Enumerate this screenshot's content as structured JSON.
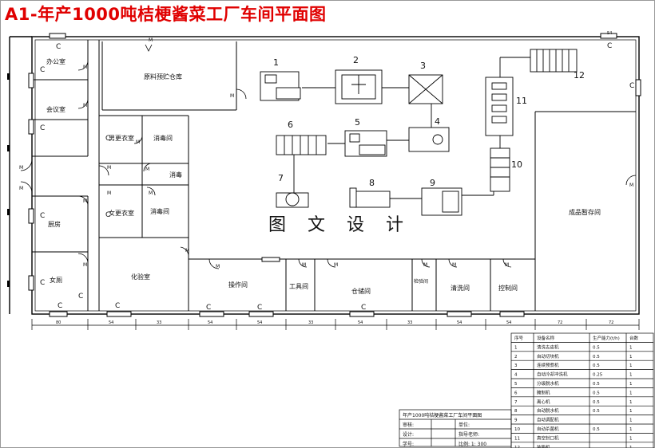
{
  "title": "A1-年产1000吨桔梗酱菜工厂车间平面图",
  "watermark": "图 文 设 计",
  "rooms": {
    "office": "办公室",
    "meeting": "会议室",
    "raw_storage": "原料预贮仓库",
    "male_locker": "男更衣室",
    "disinfect_1": "消毒间",
    "disinfect_2": "消毒",
    "female_locker": "女更衣室",
    "disinfect_3": "消毒间",
    "kitchen": "厨房",
    "female_wc": "女厕",
    "lab": "化验室",
    "operation": "操作间",
    "tools": "工具间",
    "storage": "仓储间",
    "inspection": "检验间",
    "cleaning": "清洗间",
    "control": "控制间",
    "product_storage": "成品暂存间"
  },
  "equipment_numbers": [
    "1",
    "2",
    "3",
    "4",
    "5",
    "6",
    "7",
    "8",
    "9",
    "10",
    "11",
    "12"
  ],
  "marks": {
    "column": "C",
    "door": "M"
  },
  "dims": {
    "d80": "80",
    "d54": "54",
    "d33": "33",
    "d72": "72"
  },
  "equipment_table": {
    "headers": [
      "序号",
      "设备名称",
      "生产能力(t/h)",
      "台数"
    ],
    "rows": [
      [
        "1",
        "清洗去皮机",
        "0.5",
        "1"
      ],
      [
        "2",
        "自动切块机",
        "0.5",
        "1"
      ],
      [
        "3",
        "连续预煮机",
        "0.5",
        "1"
      ],
      [
        "4",
        "自动冷却冲洗机",
        "0.25",
        "1"
      ],
      [
        "5",
        "分级脱水机",
        "0.5",
        "1"
      ],
      [
        "6",
        "腌制机",
        "0.5",
        "1"
      ],
      [
        "7",
        "离心机",
        "0.5",
        "1"
      ],
      [
        "8",
        "自动脱水机",
        "0.5",
        "1"
      ],
      [
        "9",
        "自动调配机",
        "",
        "1"
      ],
      [
        "10",
        "自动杀菌机",
        "0.5",
        "1"
      ],
      [
        "11",
        "真空封口机",
        "",
        "1"
      ],
      [
        "12",
        "装箱机",
        "",
        "1"
      ]
    ]
  },
  "title_block": {
    "title": "年产1000吨桔梗酱菜工厂车间平面图",
    "row1_a": "审核:",
    "row1_b": "单位:",
    "row2_a": "设计:",
    "row2_b": "指导老师:",
    "row3_a": "学号:",
    "row3_b": "比例:   1: 300"
  }
}
